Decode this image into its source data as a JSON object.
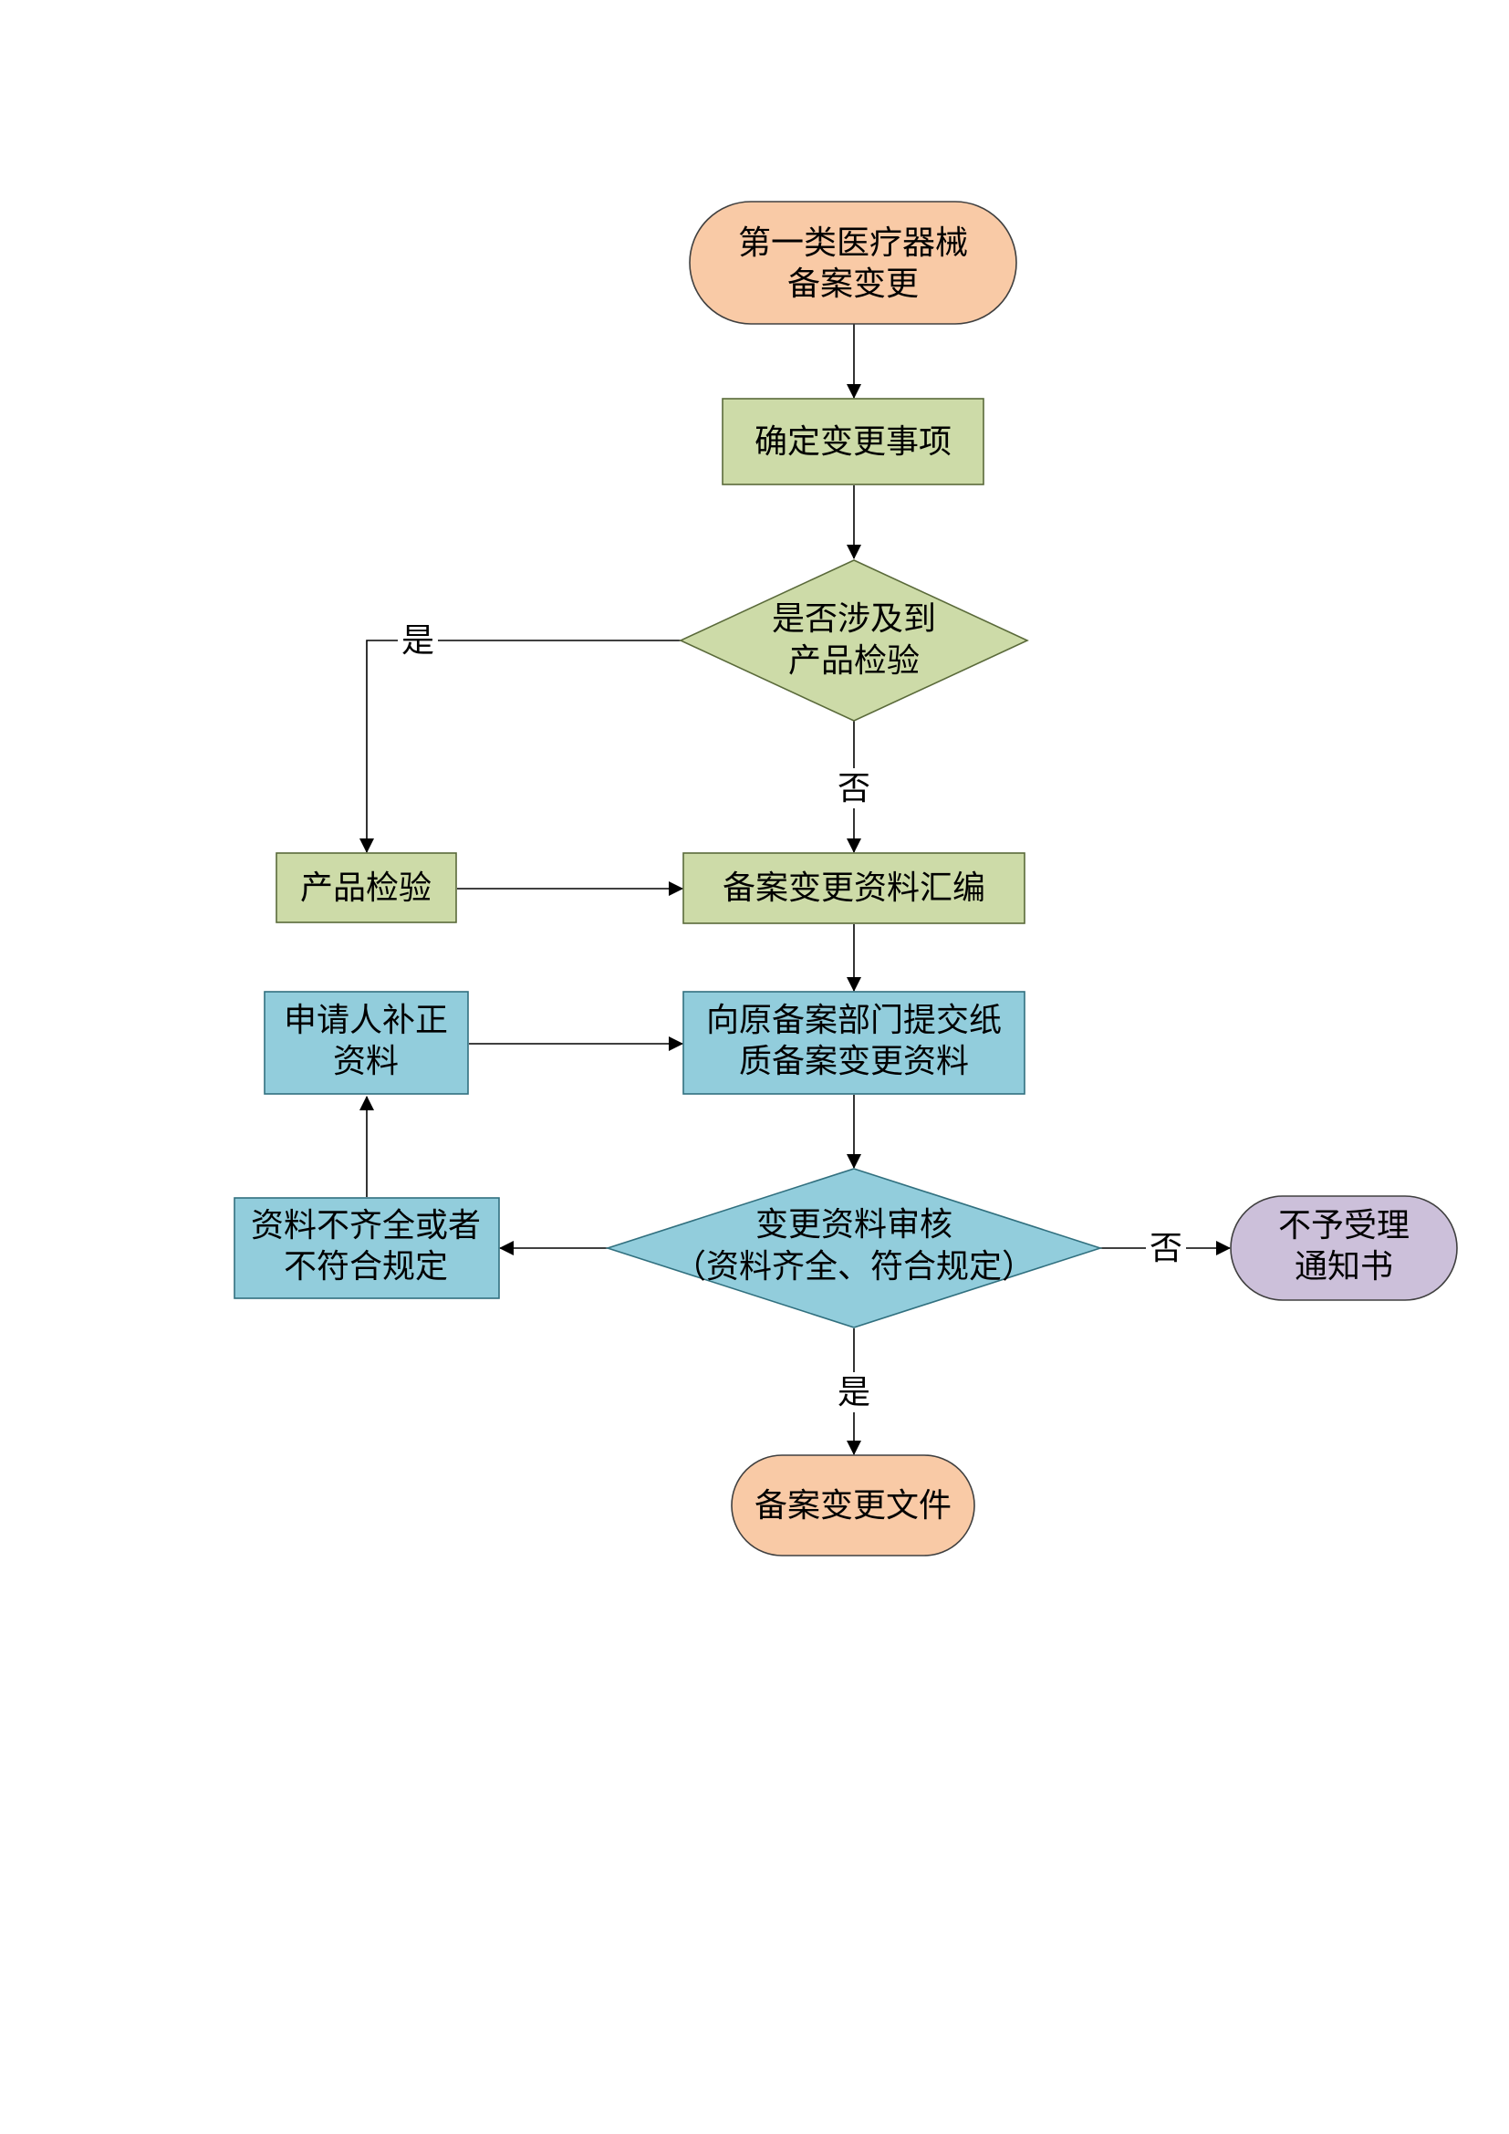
{
  "colors": {
    "terminal_fill": "#f9caa6",
    "terminal_stroke": "#404040",
    "green_fill": "#cddba8",
    "green_stroke": "#5a6a3a",
    "blue_fill": "#92cddc",
    "blue_stroke": "#31707f",
    "purple_fill": "#ccc0da",
    "purple_stroke": "#404040",
    "arrow": "#000000"
  },
  "nodes": {
    "start": {
      "line1": "第一类医疗器械",
      "line2": "备案变更"
    },
    "determine": {
      "label": "确定变更事项"
    },
    "decision_inspection": {
      "line1": "是否涉及到",
      "line2": "产品检验"
    },
    "product_inspection": {
      "label": "产品检验"
    },
    "compile": {
      "label": "备案变更资料汇编"
    },
    "submit": {
      "line1": "向原备案部门提交纸",
      "line2": "质备案变更资料"
    },
    "supplement": {
      "line1": "申请人补正",
      "line2": "资料"
    },
    "review": {
      "line1": "变更资料审核",
      "line2": "（资料齐全、符合规定）"
    },
    "incomplete": {
      "line1": "资料不齐全或者",
      "line2": "不符合规定"
    },
    "reject": {
      "line1": "不予受理",
      "line2": "通知书"
    },
    "end": {
      "label": "备案变更文件"
    }
  },
  "edge_labels": {
    "inspection_yes": "是",
    "inspection_no": "否",
    "review_no": "否",
    "review_yes": "是"
  }
}
